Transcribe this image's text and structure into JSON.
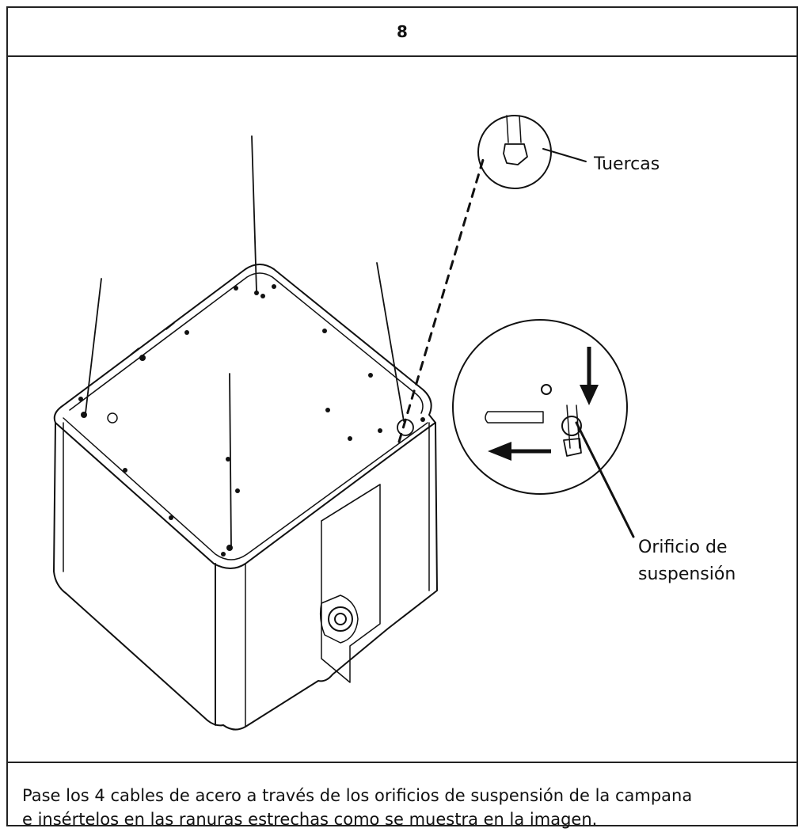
{
  "step": {
    "number": "8"
  },
  "callouts": {
    "nuts": "Tuercas",
    "hole_line1": "Orificio de",
    "hole_line2": "suspensión"
  },
  "caption": {
    "line1": "Pase los 4 cables de acero a través de los orificios de suspensión de la campana",
    "line2": "e insértelos en las ranuras estrechas como se muestra en la imagen."
  }
}
